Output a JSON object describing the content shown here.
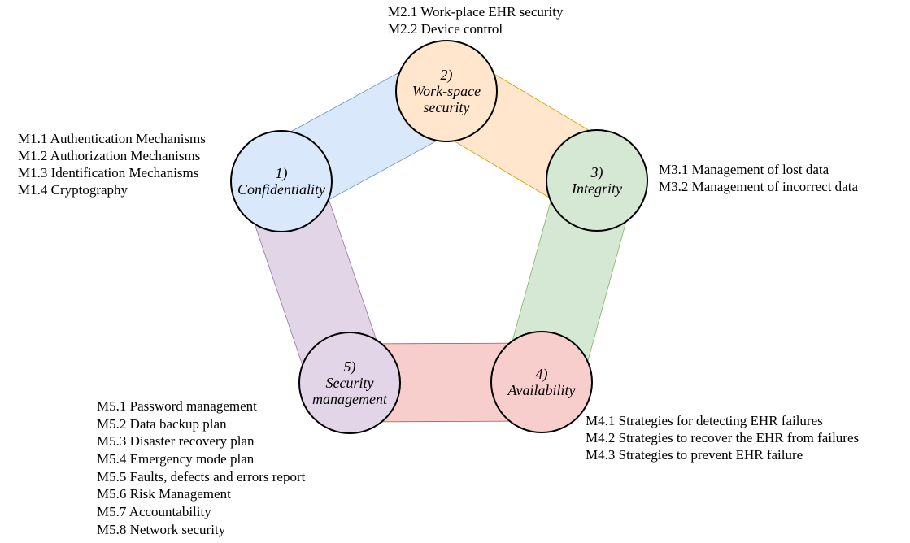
{
  "nodes": [
    {
      "id": "confidentiality",
      "number": "1)",
      "lines": [
        "Confidentiality"
      ],
      "fill": "#dae8fc"
    },
    {
      "id": "work-space-security",
      "number": "2)",
      "lines": [
        "Work-space",
        "security"
      ],
      "fill": "#ffe6cc"
    },
    {
      "id": "integrity",
      "number": "3)",
      "lines": [
        "Integrity"
      ],
      "fill": "#d5e8d4"
    },
    {
      "id": "availability",
      "number": "4)",
      "lines": [
        "Availability"
      ],
      "fill": "#f8cecc"
    },
    {
      "id": "security-management",
      "number": "5)",
      "lines": [
        "Security",
        "management"
      ],
      "fill": "#e1d5e7"
    }
  ],
  "bands": [
    {
      "from": "confidentiality",
      "to": "work-space-security",
      "fill": "#dae8fc",
      "stroke": "#6c8ebf"
    },
    {
      "from": "work-space-security",
      "to": "integrity",
      "fill": "#ffe6cc",
      "stroke": "#d79b00"
    },
    {
      "from": "integrity",
      "to": "availability",
      "fill": "#d5e8d4",
      "stroke": "#82b366"
    },
    {
      "from": "availability",
      "to": "security-management",
      "fill": "#f8cecc",
      "stroke": "#b85450"
    },
    {
      "from": "security-management",
      "to": "confidentiality",
      "fill": "#e1d5e7",
      "stroke": "#9673a6"
    }
  ],
  "measures": {
    "m1": [
      "M1.1 Authentication Mechanisms",
      "M1.2 Authorization Mechanisms",
      "M1.3 Identification Mechanisms",
      "M1.4 Cryptography"
    ],
    "m2": [
      "M2.1 Work-place EHR security",
      "M2.2 Device control"
    ],
    "m3": [
      "M3.1 Management of lost data",
      "M3.2 Management of incorrect data"
    ],
    "m4": [
      "M4.1 Strategies for detecting EHR failures",
      "M4.2 Strategies to recover the EHR from failures",
      "M4.3 Strategies to prevent EHR failure"
    ],
    "m5": [
      "M5.1 Password management",
      "M5.2 Data backup plan",
      "M5.3 Disaster recovery plan",
      "M5.4 Emergency mode plan",
      "M5.5 Faults, defects and errors report",
      "M5.6 Risk Management",
      "M5.7 Accountability",
      "M5.8 Network security"
    ]
  }
}
